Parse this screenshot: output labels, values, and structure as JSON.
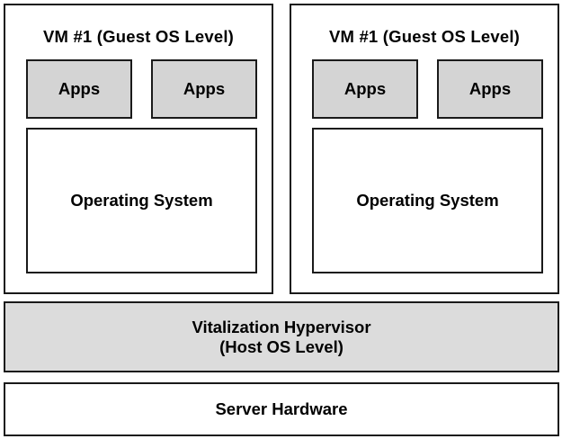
{
  "diagram": {
    "vms": [
      {
        "title": "VM #1 (Guest OS Level)",
        "apps": [
          "Apps",
          "Apps"
        ],
        "os_label": "Operating System"
      },
      {
        "title": "VM #1 (Guest OS Level)",
        "apps": [
          "Apps",
          "Apps"
        ],
        "os_label": "Operating System"
      }
    ],
    "hypervisor": {
      "line1": "Vitalization Hypervisor",
      "line2": "(Host OS Level)"
    },
    "hardware": {
      "label": "Server Hardware"
    },
    "colors": {
      "apps_fill": "#d4d4d4",
      "hypervisor_fill": "#dcdcdc",
      "border": "#1a1a1a",
      "background": "#ffffff"
    }
  }
}
